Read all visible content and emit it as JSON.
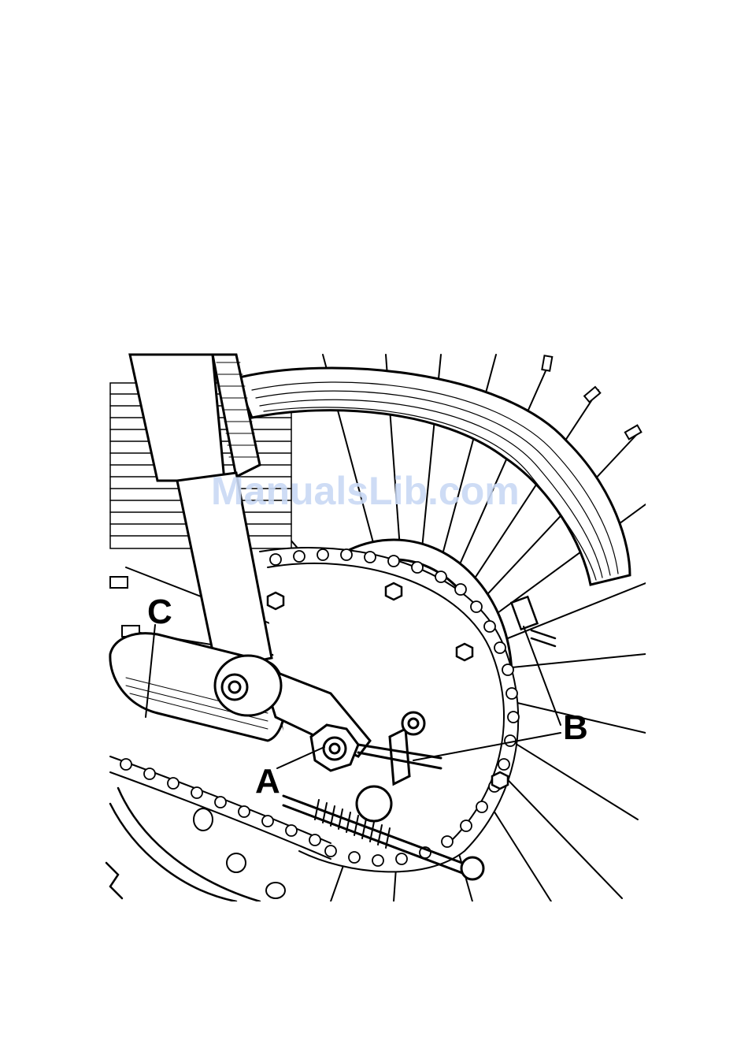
{
  "figure": {
    "labels": {
      "a": "A",
      "b": "B",
      "c": "C"
    },
    "watermark": "ManualsLib.com"
  },
  "colors": {
    "ink": "#000000",
    "paper": "#ffffff",
    "watermark": "#c9d9f4"
  }
}
